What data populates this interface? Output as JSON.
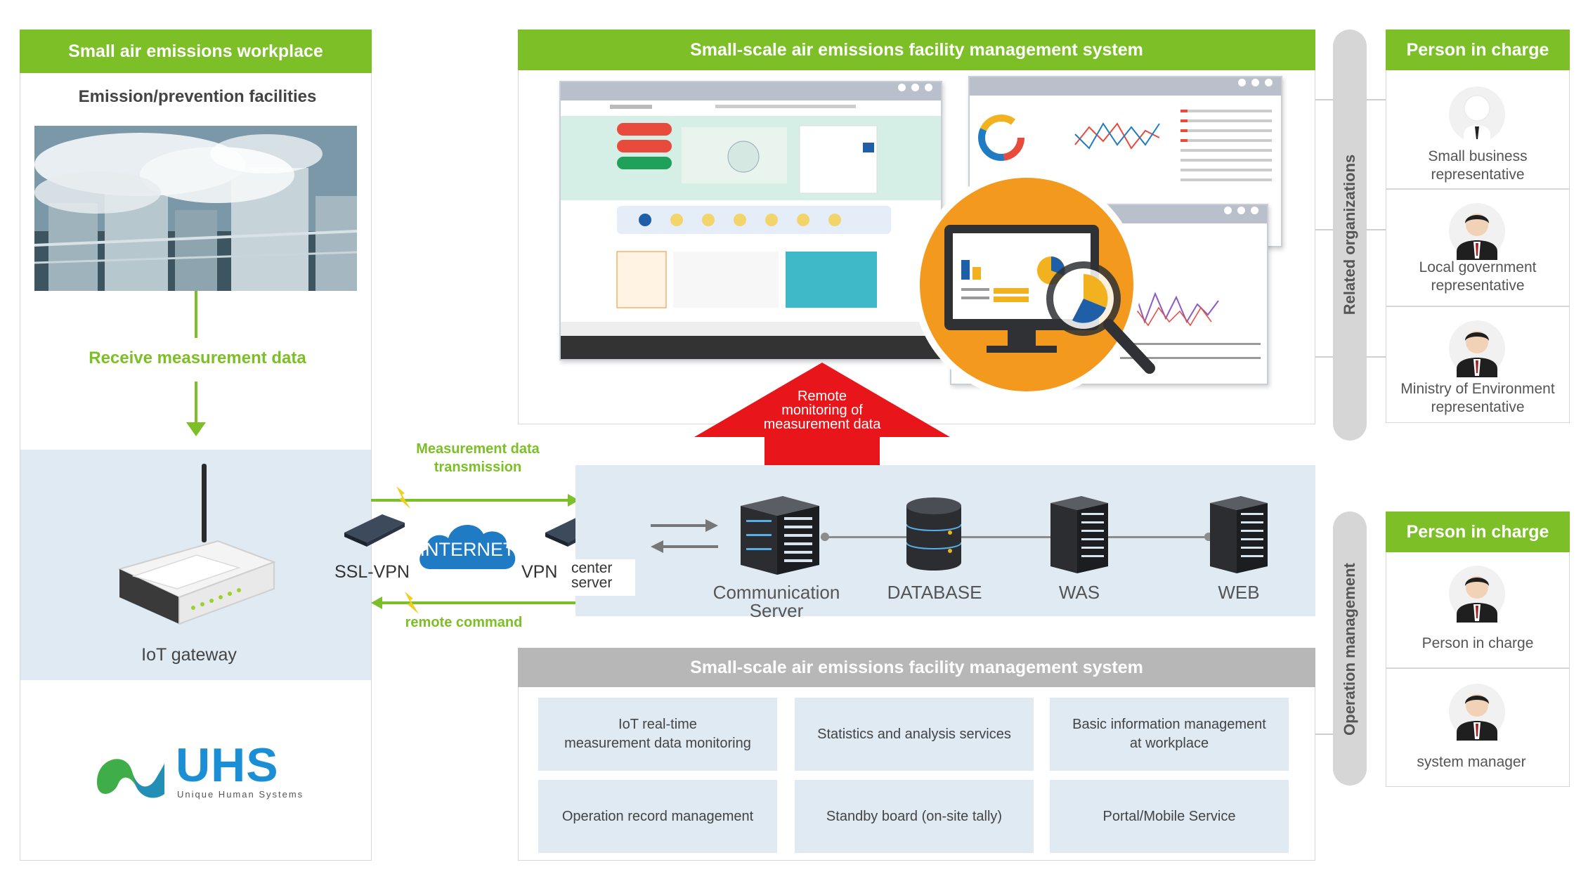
{
  "workplace": {
    "title": "Small air emissions workplace",
    "facilities_label": "Emission/prevention facilities",
    "receive_label": "Receive measurement data",
    "gateway_label": "IoT gateway"
  },
  "logo": {
    "brand": "UHS",
    "tagline": "Unique Human Systems"
  },
  "network": {
    "transmission_label": "Measurement data\ntransmission",
    "remote_command_label": "remote command",
    "ssl_vpn_label": "SSL-VPN",
    "internet_label": "INTERNET",
    "vpn_label": "VPN",
    "center_server_label": "center\nserver"
  },
  "system_top": {
    "title": "Small-scale air emissions facility management system",
    "remote_monitoring_label": "Remote\nmonitoring of\nmeasurement data"
  },
  "servers": {
    "communication_label": "Communication\nServer",
    "database_label": "DATABASE",
    "was_label": "WAS",
    "web_label": "WEB"
  },
  "system_bottom": {
    "title": "Small-scale air emissions facility management system",
    "features": [
      "IoT real-time\nmeasurement data monitoring",
      "Statistics and analysis services",
      "Basic information management\nat workplace",
      "Operation record management",
      "Standby board (on-site tally)",
      "Portal/Mobile Service"
    ]
  },
  "related": {
    "side_label": "Related organizations",
    "title": "Person in charge",
    "people": [
      "Small business\nrepresentative",
      "Local government\nrepresentative",
      "Ministry of Environment\nrepresentative"
    ]
  },
  "operation": {
    "side_label": "Operation management",
    "title": "Person in charge",
    "people": [
      "Person in charge",
      "system manager"
    ]
  },
  "colors": {
    "accent_green": "#7cbf26",
    "light_blue": "#dfeaf3",
    "arrow_red": "#e8161b",
    "gray_header": "#b7b7b7"
  }
}
